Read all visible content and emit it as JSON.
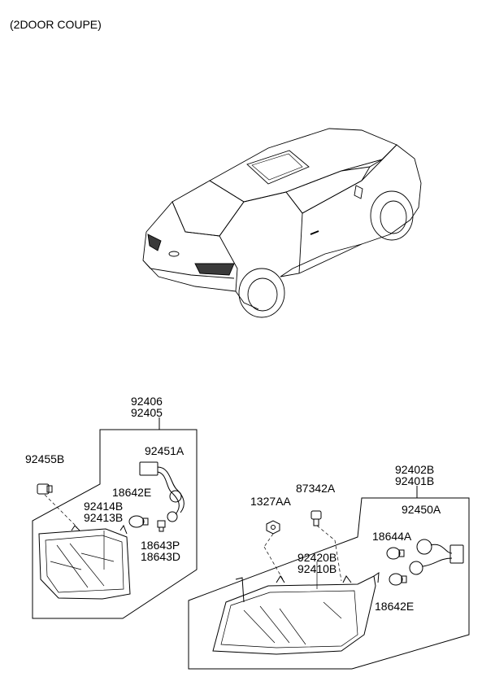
{
  "heading": "(2DOOR COUPE)",
  "inner_lamp_assy": {
    "part_1": "92406",
    "part_2": "92405"
  },
  "outer_lamp_assy": {
    "part_1": "92402B",
    "part_2": "92401B"
  },
  "parts": {
    "p92455B": "92455B",
    "p92451A": "92451A",
    "p18642E_left": "18642E",
    "p92414B": "92414B",
    "p92413B": "92413B",
    "p18643P": "18643P",
    "p18643D": "18643D",
    "p1327AA": "1327AA",
    "p87342A": "87342A",
    "p92450A": "92450A",
    "p18644A": "18644A",
    "p92420B": "92420B",
    "p92410B": "92410B",
    "p18642E_right": "18642E"
  },
  "colors": {
    "line": "#000000",
    "background": "#ffffff",
    "lamp_dark": "#3a3a3a"
  }
}
